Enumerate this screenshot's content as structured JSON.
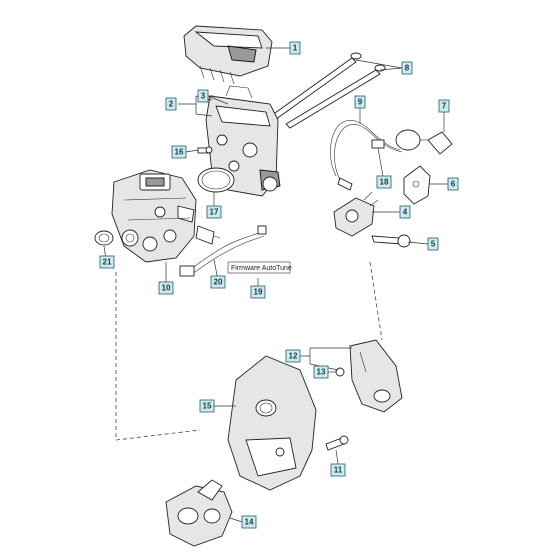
{
  "diagram": {
    "callouts": [
      "1",
      "2",
      "3",
      "4",
      "5",
      "6",
      "7",
      "8",
      "9",
      "10",
      "11",
      "12",
      "13",
      "14",
      "15",
      "16",
      "17",
      "18",
      "19",
      "20",
      "21"
    ],
    "note": "Firmware AutoTune"
  }
}
